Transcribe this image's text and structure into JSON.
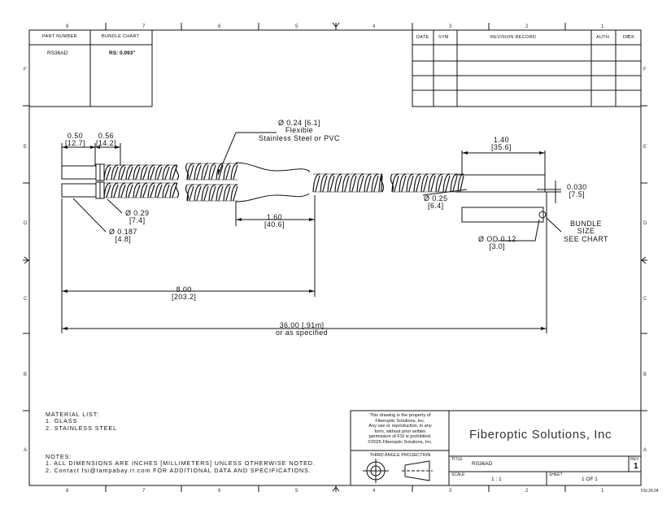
{
  "zones": {
    "top": [
      "8",
      "7",
      "6",
      "5",
      "4",
      "3",
      "2",
      "1"
    ],
    "bottom": [
      "8",
      "7",
      "6",
      "5",
      "4",
      "3",
      "2",
      "1"
    ],
    "left": [
      "F",
      "E",
      "D",
      "C",
      "B",
      "A"
    ],
    "right": [
      "F",
      "E",
      "D",
      "C",
      "B",
      "A"
    ]
  },
  "part_table": {
    "headers": [
      "PART NUMBER",
      "BUNDLE CHART"
    ],
    "values": [
      "RS36AD",
      "RS: 0.093\""
    ]
  },
  "revision_table": {
    "headers": [
      "DATE",
      "SYM",
      "REVISION RECORD",
      "AUTH",
      "DR",
      "CK"
    ]
  },
  "dimensions": {
    "d1": {
      "inch": "0.50",
      "mm": "[12.7]"
    },
    "d2": {
      "inch": "0.56",
      "mm": "[14.2]"
    },
    "flex": {
      "line1": "Ø 0.24 [6.1]",
      "line2": "Flexible",
      "line3": "Stainless Steel or PVC"
    },
    "d140": {
      "inch": "1.40",
      "mm": "[35.6]"
    },
    "d030": {
      "inch": "0.030",
      "mm": "[7.5]"
    },
    "d025": {
      "inch": "Ø 0.25",
      "mm": "[6.4]"
    },
    "d029": {
      "inch": "Ø 0.29",
      "mm": "[7.4]"
    },
    "d160": {
      "inch": "1.60",
      "mm": "[40.6]"
    },
    "d0187": {
      "inch": "Ø 0.187",
      "mm": "[4.8]"
    },
    "bundle": {
      "line1": "BUNDLE",
      "line2": "SIZE",
      "line3": "SEE CHART"
    },
    "od012": {
      "inch": "Ø OD 0.12",
      "mm": "[3.0]"
    },
    "d800": {
      "inch": "8.00",
      "mm": "[203.2]"
    },
    "d3600": {
      "inch": "36.00 [.91m]",
      "mm": "or as specified"
    }
  },
  "material_list": {
    "title": "MATERIAL LIST:",
    "items": [
      "1.  GLASS",
      "2.  STAINLESS STEEL"
    ]
  },
  "notes": {
    "title": "NOTES:",
    "items": [
      "1.  ALL DIMENSIONS ARE INCHES [MILLIMETERS] UNLESS OTHERWISE NOTED.",
      "2.  Contact fsi@tampabay.rr.com FOR ADDITIONAL DATA AND SPECIFICATIONS."
    ]
  },
  "title_block": {
    "property": [
      "This drawing is the property of",
      "Fiberoptic Solutions, Inc.",
      "Any use or reproduction, in any",
      "form, without prior written",
      "permission of FSI is prohibited.",
      "©2025 Fiberoptic Solutions, Inc."
    ],
    "projection": "THIRD ANGLE PROJECTION",
    "company": "Fiberoptic Solutions, Inc",
    "title_label": "TITLE",
    "title_value": "RS36AD",
    "rev_label": "REV",
    "rev_value": "1",
    "scale_label": "SCALE",
    "scale_value": "1 : 1",
    "sheet_label": "SHEET",
    "sheet_value": "1  OF 1",
    "doc_code": "FSI.26.04"
  }
}
